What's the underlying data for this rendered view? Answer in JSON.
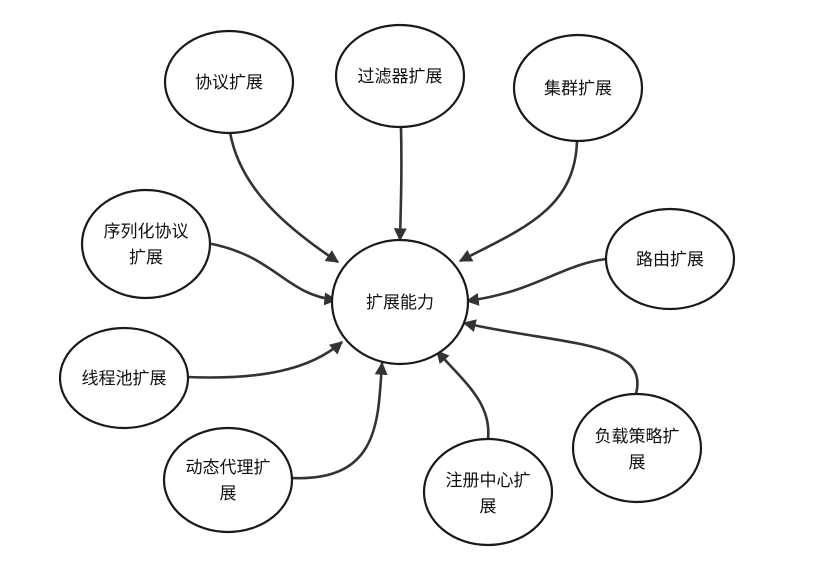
{
  "diagram": {
    "center": {
      "label_lines": [
        "扩展能力"
      ]
    },
    "nodes": [
      {
        "id": "protocol",
        "label_lines": [
          "协议扩展"
        ]
      },
      {
        "id": "filter",
        "label_lines": [
          "过滤器扩展"
        ]
      },
      {
        "id": "cluster",
        "label_lines": [
          "集群扩展"
        ]
      },
      {
        "id": "serialization",
        "label_lines": [
          "序列化协议",
          "扩展"
        ]
      },
      {
        "id": "router",
        "label_lines": [
          "路由扩展"
        ]
      },
      {
        "id": "threadpool",
        "label_lines": [
          "线程池扩展"
        ]
      },
      {
        "id": "proxy",
        "label_lines": [
          "动态代理扩",
          "展"
        ]
      },
      {
        "id": "registry",
        "label_lines": [
          "注册中心扩",
          "展"
        ]
      },
      {
        "id": "loadbalance",
        "label_lines": [
          "负载策略扩",
          "展"
        ]
      }
    ],
    "edges": [
      {
        "from": "protocol",
        "to": "center"
      },
      {
        "from": "filter",
        "to": "center"
      },
      {
        "from": "cluster",
        "to": "center"
      },
      {
        "from": "serialization",
        "to": "center"
      },
      {
        "from": "router",
        "to": "center"
      },
      {
        "from": "threadpool",
        "to": "center"
      },
      {
        "from": "proxy",
        "to": "center"
      },
      {
        "from": "registry",
        "to": "center"
      },
      {
        "from": "loadbalance",
        "to": "center"
      }
    ]
  }
}
